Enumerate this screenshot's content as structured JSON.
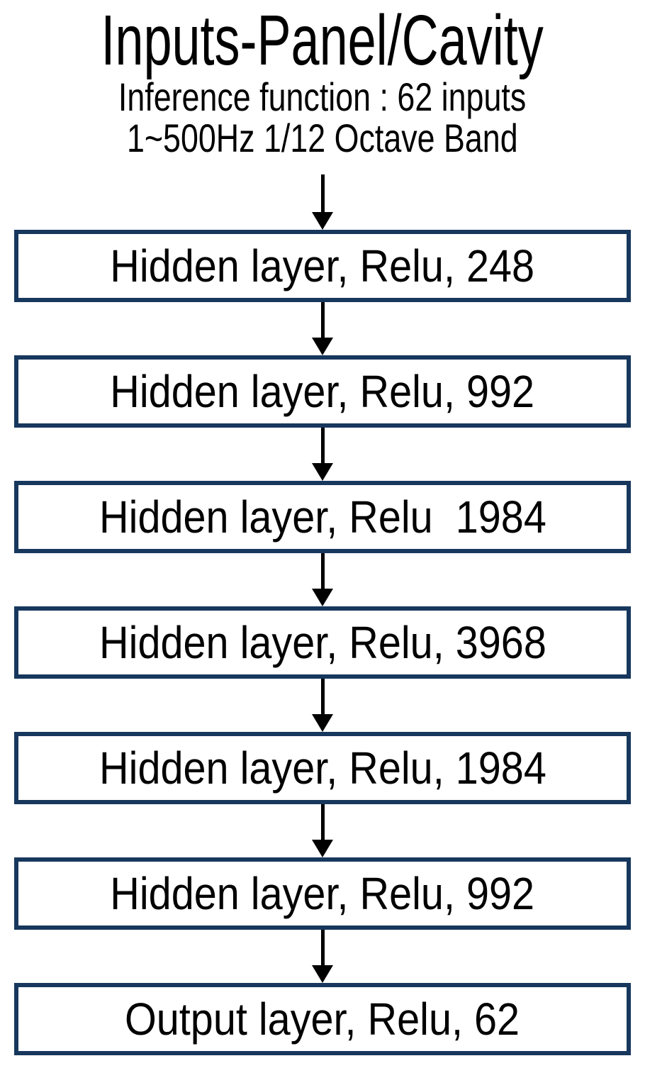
{
  "header": {
    "title": "Inputs-Panel/Cavity",
    "subtitle_line1": "Inference function : 62 inputs",
    "subtitle_line2": "1~500Hz 1/12 Octave Band"
  },
  "network": {
    "layers": [
      {
        "label": "Hidden layer, Relu, 248"
      },
      {
        "label": "Hidden layer, Relu, 992"
      },
      {
        "label": "Hidden layer, Relu  1984"
      },
      {
        "label": "Hidden layer, Relu, 3968"
      },
      {
        "label": "Hidden layer, Relu, 1984"
      },
      {
        "label": "Hidden layer, Relu, 992"
      },
      {
        "label": "Output layer, Relu, 62"
      }
    ]
  },
  "colors": {
    "box_border": "#17375d",
    "box_fill": "#ffffff",
    "text": "#000000",
    "arrow": "#000000"
  }
}
